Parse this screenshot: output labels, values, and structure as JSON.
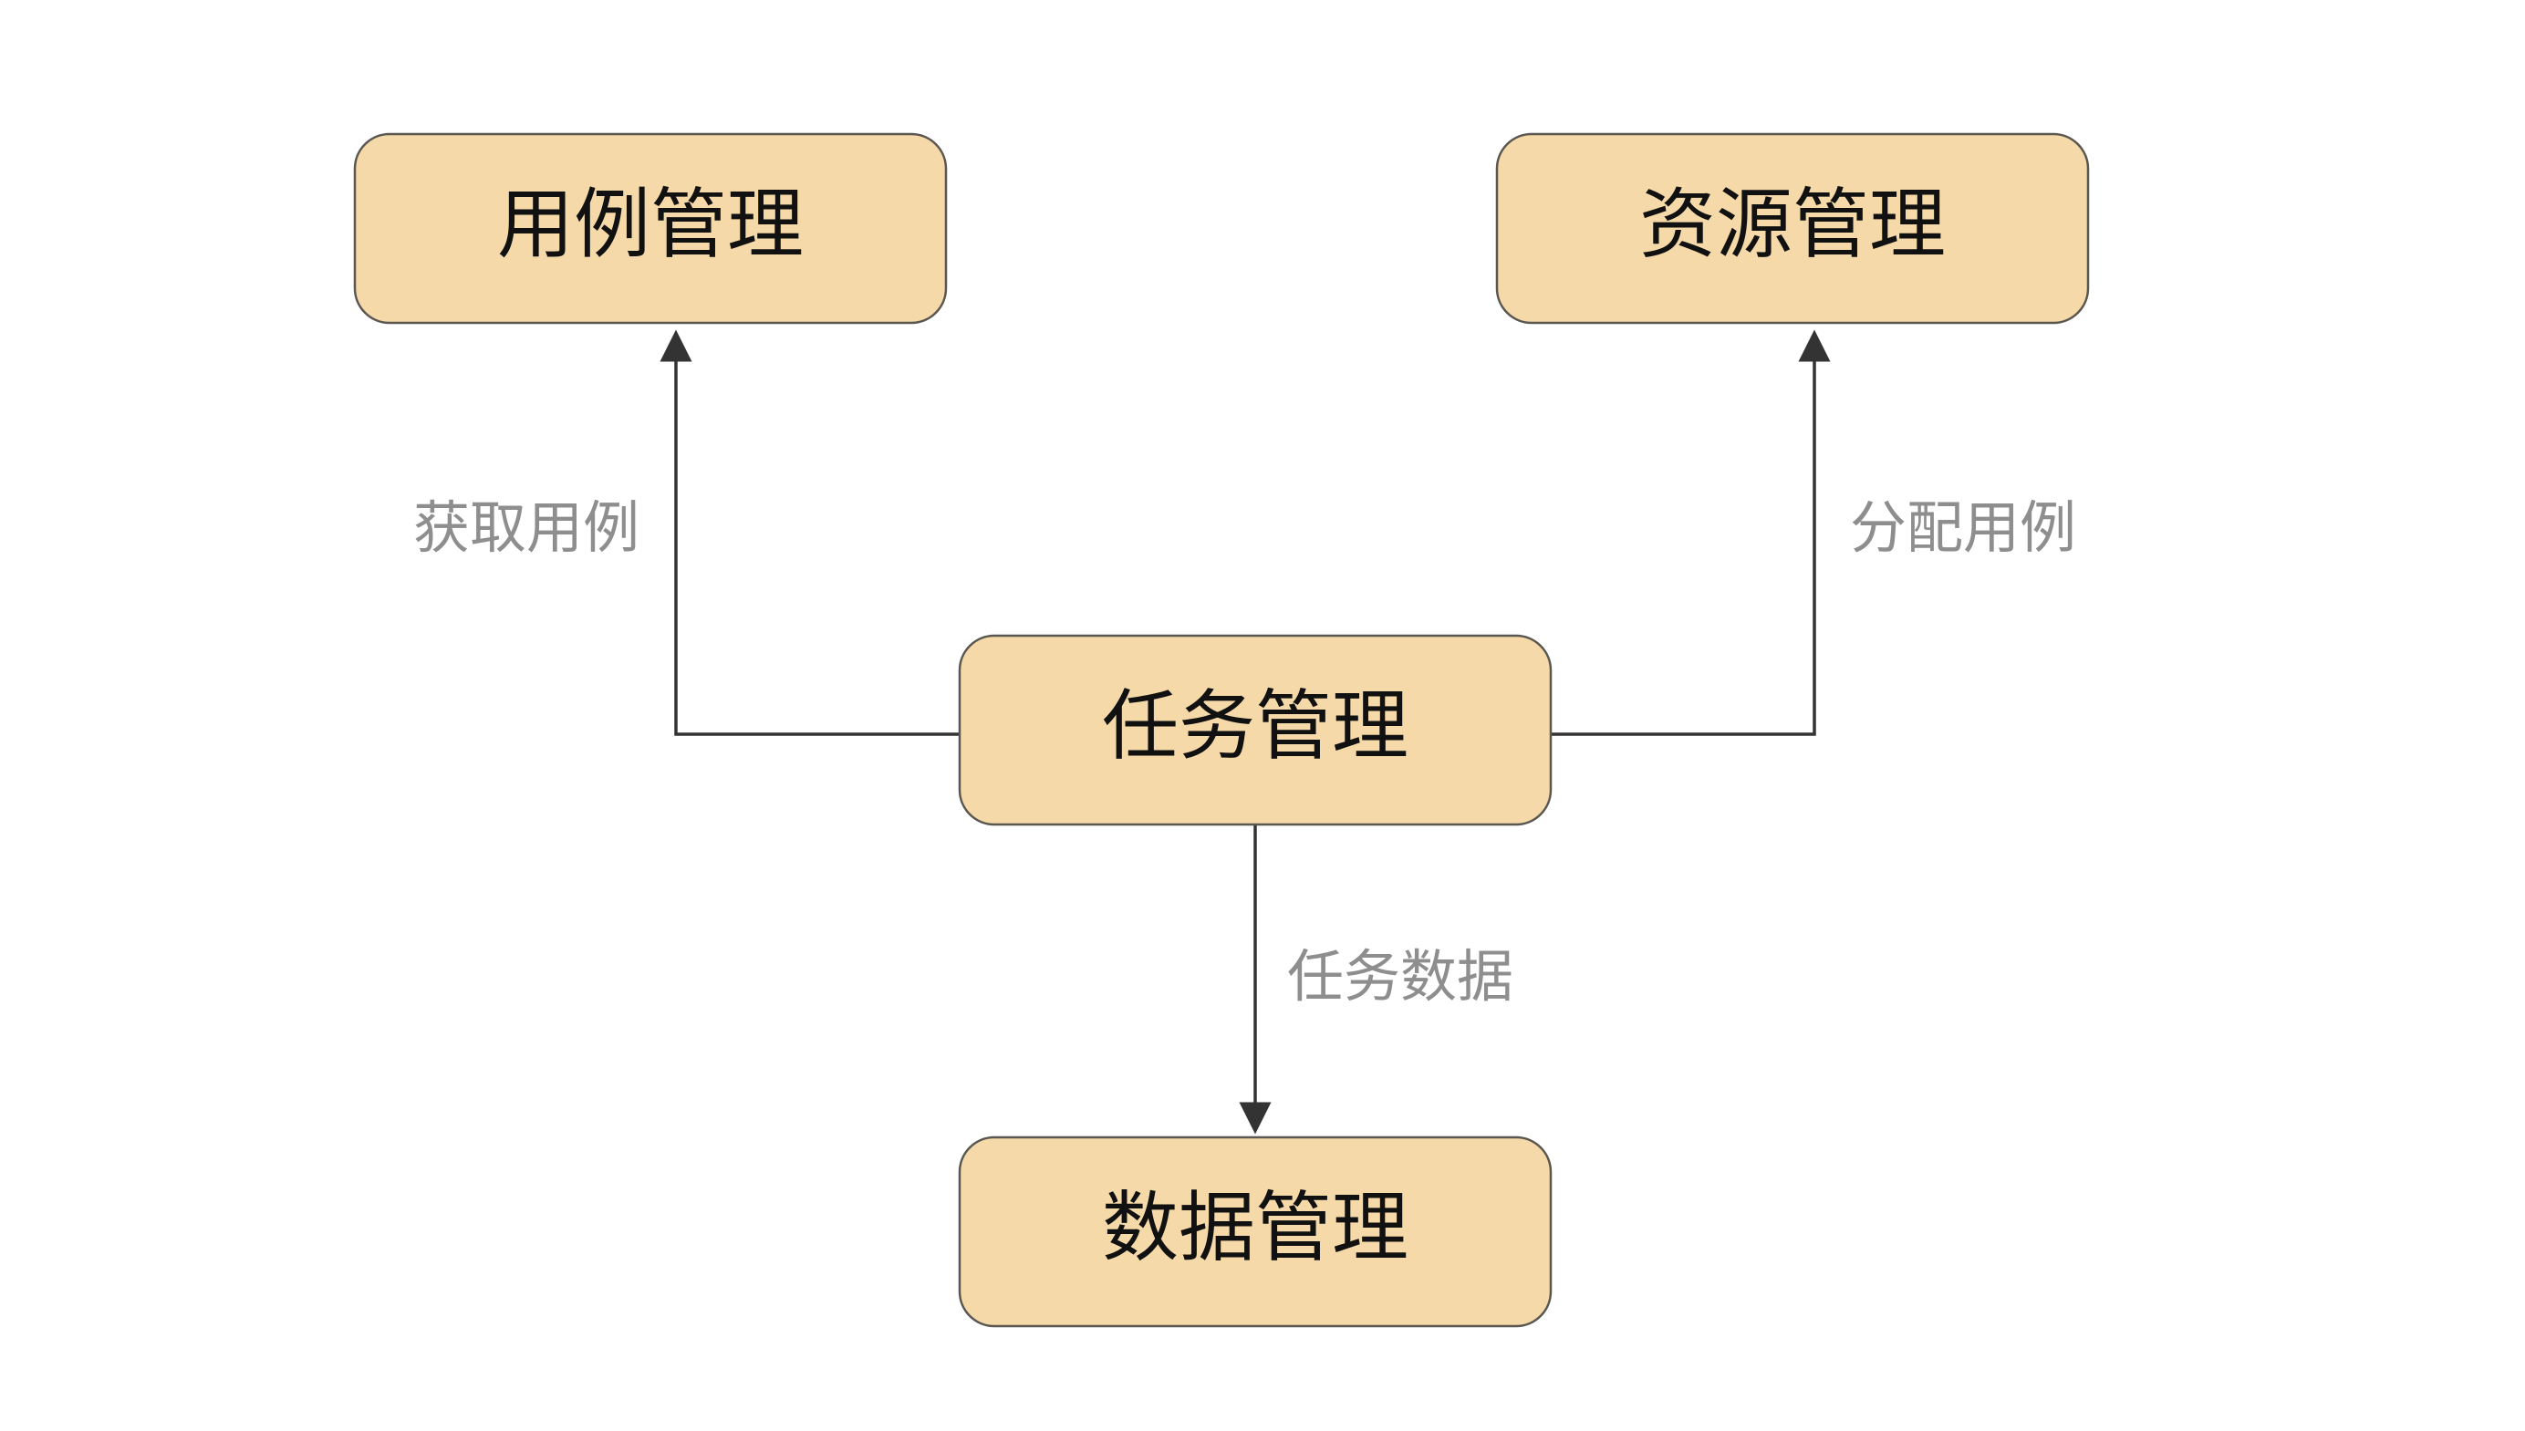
{
  "nodes": {
    "case_management": {
      "label": "用例管理"
    },
    "resource_management": {
      "label": "资源管理"
    },
    "task_management": {
      "label": "任务管理"
    },
    "data_management": {
      "label": "数据管理"
    }
  },
  "edges": {
    "task_to_case": {
      "label": "获取用例"
    },
    "task_to_resource": {
      "label": "分配用例"
    },
    "task_to_data": {
      "label": "任务数据"
    }
  },
  "colors": {
    "node_fill": "#f5d9a8",
    "node_border": "#5a5650",
    "edge_line": "#333333",
    "edge_label": "#8e8e8e",
    "node_text": "#111111"
  }
}
